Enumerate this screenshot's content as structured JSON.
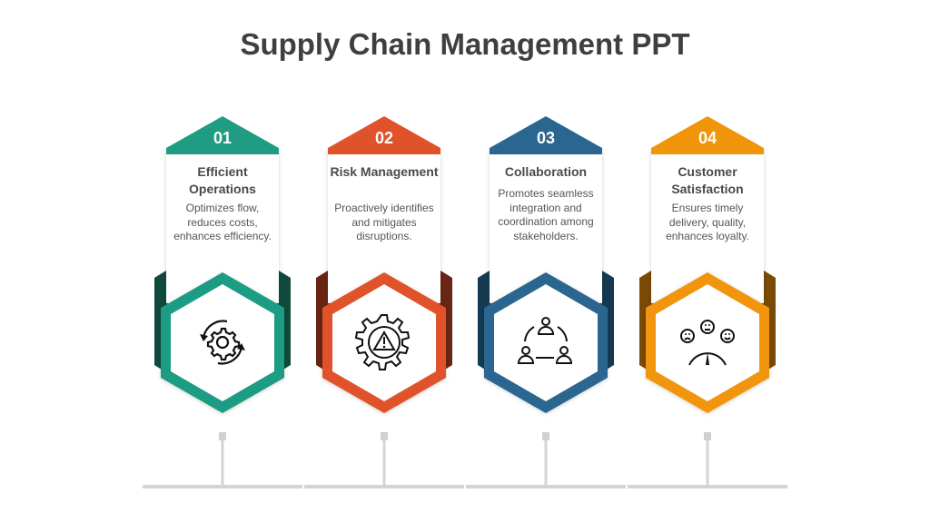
{
  "title": "Supply Chain Management PPT",
  "steps": [
    {
      "number": "01",
      "heading": "Efficient Operations",
      "description": "Optimizes flow, reduces costs, enhances efficiency.",
      "icon": "gear-cycle-icon",
      "color": "#1f9c82",
      "dark": "#0f4a3d"
    },
    {
      "number": "02",
      "heading": "Risk Management",
      "description": "Proactively identifies and mitigates disruptions.",
      "icon": "gear-warning-icon",
      "color": "#e0522a",
      "dark": "#6a2413"
    },
    {
      "number": "03",
      "heading": "Collaboration",
      "description": "Promotes seamless integration and coordination among stakeholders.",
      "icon": "people-network-icon",
      "color": "#2a6690",
      "dark": "#143a52"
    },
    {
      "number": "04",
      "heading": "Customer Satisfaction",
      "description": "Ensures timely delivery, quality, enhances loyalty.",
      "icon": "satisfaction-meter-icon",
      "color": "#f0950a",
      "dark": "#7a4a06"
    }
  ]
}
